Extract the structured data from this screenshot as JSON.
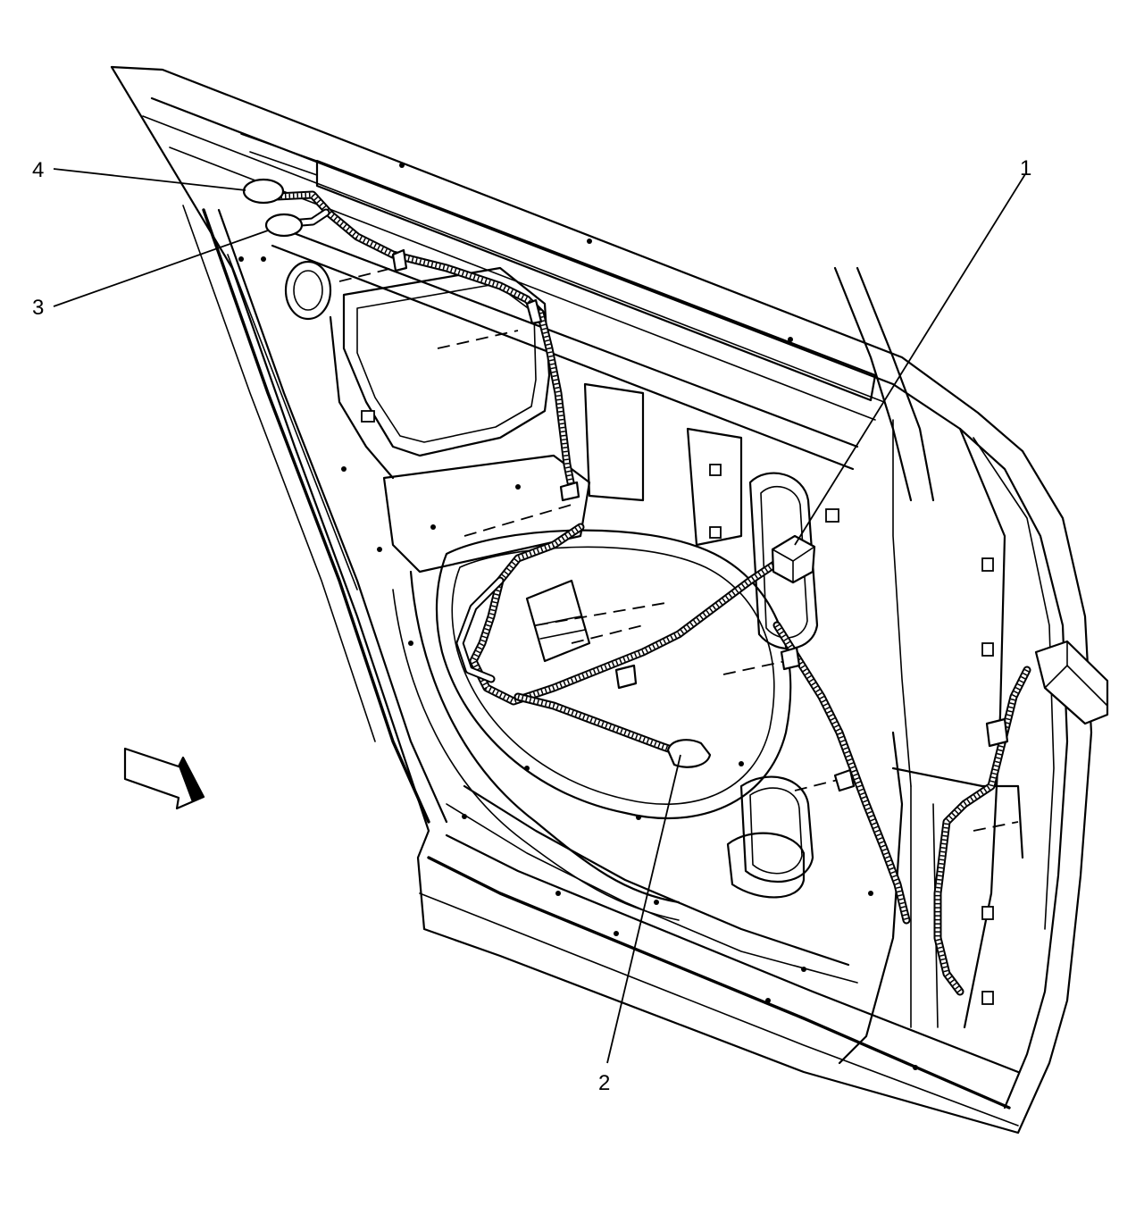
{
  "callouts": [
    {
      "id": "1",
      "label": "1"
    },
    {
      "id": "2",
      "label": "2"
    },
    {
      "id": "3",
      "label": "3"
    },
    {
      "id": "4",
      "label": "4"
    }
  ],
  "colors": {
    "line": "#000000",
    "background": "#ffffff"
  },
  "icons": {
    "view_direction": "view-direction-arrow-icon"
  }
}
